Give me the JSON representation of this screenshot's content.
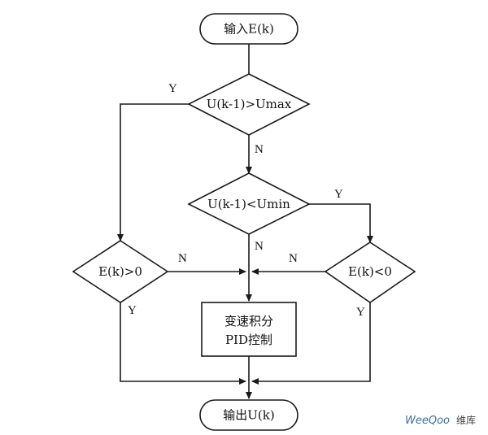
{
  "nodes": {
    "start": "输入E(k)",
    "dec_umax": "U(k-1)>Umax",
    "dec_umin": "U(k-1)<Umin",
    "dec_ek_pos": "E(k)>0",
    "dec_ek_neg": "E(k)<0",
    "process_line1": "变速积分",
    "process_line2": "PID控制",
    "end": "输出U(k)"
  },
  "edge_labels": {
    "umax_yes": "Y",
    "umax_no": "N",
    "umin_yes": "Y",
    "umin_no": "N",
    "ekpos_no": "N",
    "ekneg_no": "N",
    "ekpos_yes": "Y",
    "ekneg_yes": "Y"
  },
  "watermark": {
    "brand": "WeeQoo",
    "suffix": "维库"
  }
}
